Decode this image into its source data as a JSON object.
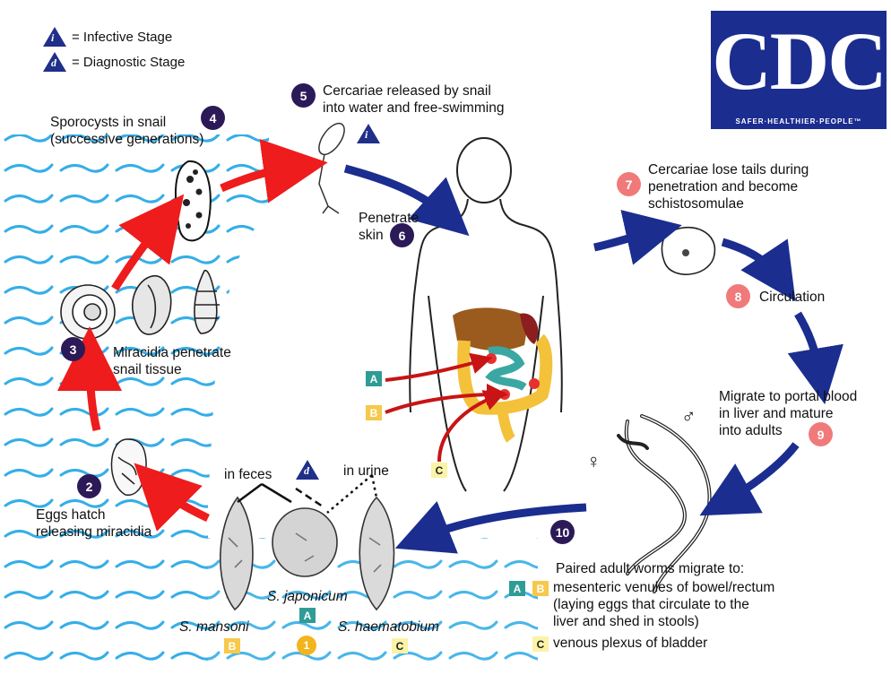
{
  "legend": {
    "infective": {
      "symbol": "i",
      "label": "= Infective Stage"
    },
    "diagnostic": {
      "symbol": "d",
      "label": "= Diagnostic Stage"
    }
  },
  "logo": {
    "text": "CDC",
    "tagline": "SAFER·HEALTHIER·PEOPLE™"
  },
  "steps": {
    "s1": {
      "num": "1"
    },
    "s2": {
      "num": "2",
      "line1": "Eggs hatch",
      "line2": "releasing miracidia"
    },
    "s3": {
      "num": "3",
      "line1": "Miracidia penetrate",
      "line2": "snail tissue"
    },
    "s4": {
      "num": "4",
      "line1": "Sporocysts in snail",
      "line2": "(successive generations)"
    },
    "s5": {
      "num": "5",
      "line1": "Cercariae released by snail",
      "line2": "into water and free-swimming"
    },
    "s6": {
      "num": "6",
      "line1": "Penetrate",
      "line2": "skin"
    },
    "s7": {
      "num": "7",
      "line1": "Cercariae lose tails during",
      "line2": "penetration and become",
      "line3": "schistosomulae"
    },
    "s8": {
      "num": "8",
      "line1": "Circulation"
    },
    "s9": {
      "num": "9",
      "line1": "Migrate to portal blood",
      "line2": "in liver and mature",
      "line3": "into adults"
    },
    "s10": {
      "num": "10"
    }
  },
  "eggs": {
    "in_feces": "in feces",
    "in_urine": "in urine",
    "mansoni": "S. mansoni",
    "japonicum": "S. japonicum",
    "haematobium": "S. haematobium"
  },
  "badges": {
    "A": "A",
    "B": "B",
    "C": "C"
  },
  "adults": {
    "intro": "Paired adult worms migrate to:",
    "ab_line1": "mesenteric venules of bowel/rectum",
    "ab_line2": "(laying eggs that circulate to the",
    "ab_line3": "liver and shed in stools)",
    "c_line": "venous plexus of bladder",
    "male_symbol": "♂",
    "female_symbol": "♀"
  },
  "colors": {
    "navy": "#1b2d8f",
    "red_arrow": "#ee1c1c",
    "dark_badge": "#2b1a57",
    "pink_badge": "#f07a7a",
    "water": "#35aee8"
  }
}
